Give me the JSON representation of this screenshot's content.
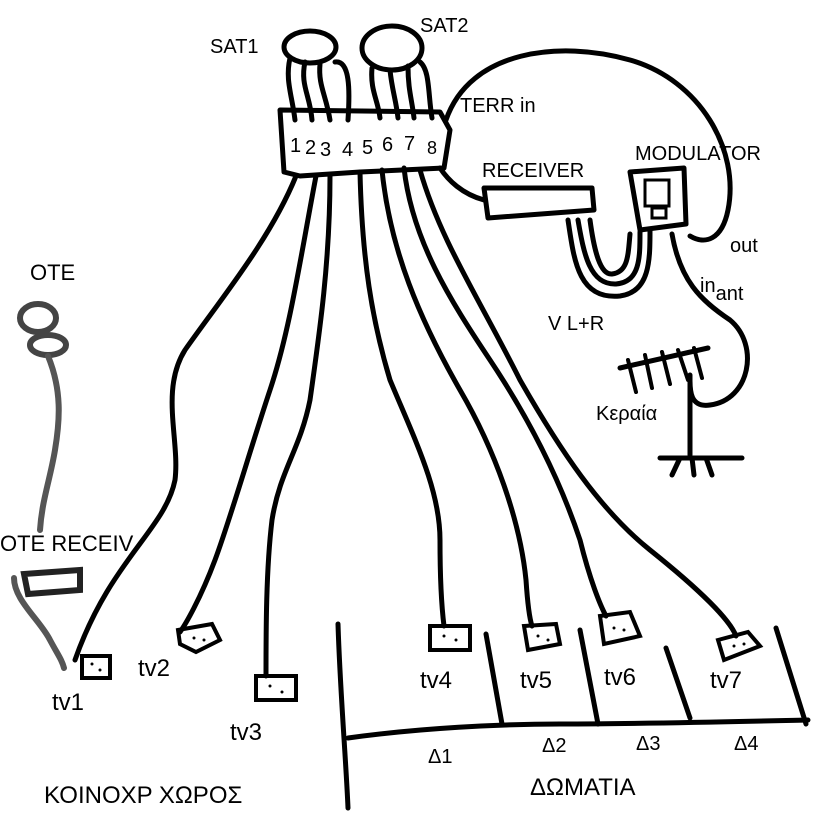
{
  "switch": {
    "ports": [
      "1",
      "2",
      "3",
      "4",
      "5",
      "6",
      "7",
      "8"
    ],
    "terr_in": "TERR in"
  },
  "satellites": [
    "SAT1",
    "SAT2"
  ],
  "devices": {
    "receiver": "RECEIVER",
    "modulator": "MODULATOR",
    "modulator_out": "out",
    "modulator_in": "in",
    "modulator_in_sub": "ant",
    "av_link": "V L+R",
    "antenna": "Κεραία"
  },
  "ote": {
    "label": "OTE",
    "receiver": "OTE RECEIV"
  },
  "tvs": [
    "tv1",
    "tv2",
    "tv3",
    "tv4",
    "tv5",
    "tv6",
    "tv7"
  ],
  "rooms": [
    "Δ1",
    "Δ2",
    "Δ3",
    "Δ4"
  ],
  "areas": {
    "common": "ΚΟΙΝΟΧΡ ΧΩΡΟΣ",
    "rooms": "ΔΩΜΑΤΙΑ"
  }
}
